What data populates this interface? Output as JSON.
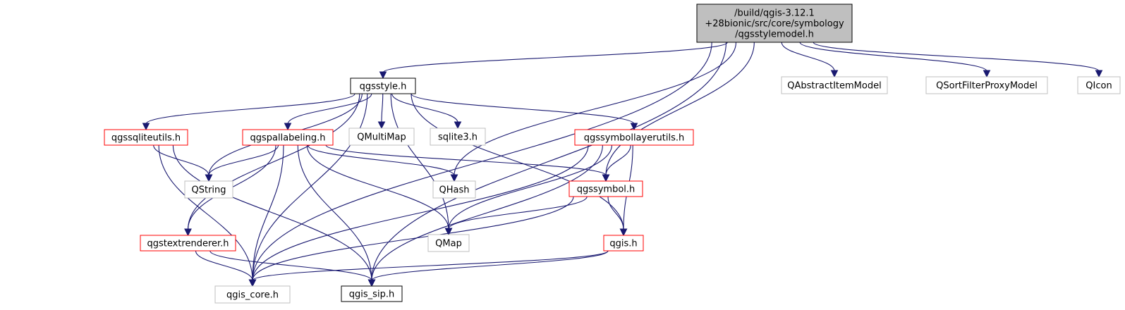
{
  "colors": {
    "edge": "#191970",
    "root_fill": "#bfbfbf",
    "documented_border": "#ff0000",
    "undocumented_border": "#bfbfbf",
    "plain_border": "#000000",
    "text": "#000000"
  },
  "nodes": {
    "root": {
      "lines": [
        "/build/qgis-3.12.1",
        "+28bionic/src/core/symbology",
        "/qgsstylemodel.h"
      ],
      "kind": "root"
    },
    "qgsstyle": {
      "lines": [
        "qgsstyle.h"
      ],
      "kind": "plain"
    },
    "qabstractitemmodel": {
      "lines": [
        "QAbstractItemModel"
      ],
      "kind": "external"
    },
    "qsortfilterproxymodel": {
      "lines": [
        "QSortFilterProxyModel"
      ],
      "kind": "external"
    },
    "qicon": {
      "lines": [
        "QIcon"
      ],
      "kind": "external"
    },
    "qgssqliteutils": {
      "lines": [
        "qgssqliteutils.h"
      ],
      "kind": "incomplete"
    },
    "qgspallabeling": {
      "lines": [
        "qgspallabeling.h"
      ],
      "kind": "incomplete"
    },
    "qmultimap": {
      "lines": [
        "QMultiMap"
      ],
      "kind": "external"
    },
    "sqlite3": {
      "lines": [
        "sqlite3.h"
      ],
      "kind": "external"
    },
    "qgssymbollayerutils": {
      "lines": [
        "qgssymbollayerutils.h"
      ],
      "kind": "incomplete"
    },
    "qstring": {
      "lines": [
        "QString"
      ],
      "kind": "external"
    },
    "qhash": {
      "lines": [
        "QHash"
      ],
      "kind": "external"
    },
    "qgssymbol": {
      "lines": [
        "qgssymbol.h"
      ],
      "kind": "incomplete"
    },
    "qmap": {
      "lines": [
        "QMap"
      ],
      "kind": "external"
    },
    "qgstextrenderer": {
      "lines": [
        "qgstextrenderer.h"
      ],
      "kind": "incomplete"
    },
    "qgis": {
      "lines": [
        "qgis.h"
      ],
      "kind": "incomplete"
    },
    "qgis_core": {
      "lines": [
        "qgis_core.h"
      ],
      "kind": "external"
    },
    "qgis_sip": {
      "lines": [
        "qgis_sip.h"
      ],
      "kind": "plain"
    }
  },
  "edges": [
    [
      "root",
      "qgsstyle"
    ],
    [
      "root",
      "qabstractitemmodel"
    ],
    [
      "root",
      "qsortfilterproxymodel"
    ],
    [
      "root",
      "qicon"
    ],
    [
      "root",
      "qhash"
    ],
    [
      "root",
      "qgssymbol"
    ],
    [
      "root",
      "qgis_core"
    ],
    [
      "root",
      "qgis_sip"
    ],
    [
      "qgsstyle",
      "qgssqliteutils"
    ],
    [
      "qgsstyle",
      "qgspallabeling"
    ],
    [
      "qgsstyle",
      "qmultimap"
    ],
    [
      "qgsstyle",
      "sqlite3"
    ],
    [
      "qgsstyle",
      "qgssymbollayerutils"
    ],
    [
      "qgsstyle",
      "qstring"
    ],
    [
      "qgsstyle",
      "qmap"
    ],
    [
      "qgsstyle",
      "qgstextrenderer"
    ],
    [
      "qgsstyle",
      "qgis"
    ],
    [
      "qgsstyle",
      "qgis_core"
    ],
    [
      "qgssqliteutils",
      "qstring"
    ],
    [
      "qgssqliteutils",
      "qgis_core"
    ],
    [
      "qgssqliteutils",
      "qgis_sip"
    ],
    [
      "qgspallabeling",
      "qstring"
    ],
    [
      "qgspallabeling",
      "qhash"
    ],
    [
      "qgspallabeling",
      "qgssymbol"
    ],
    [
      "qgspallabeling",
      "qmap"
    ],
    [
      "qgspallabeling",
      "qgstextrenderer"
    ],
    [
      "qgspallabeling",
      "qgis_core"
    ],
    [
      "qgspallabeling",
      "qgis_sip"
    ],
    [
      "qgssymbollayerutils",
      "qgssymbol"
    ],
    [
      "qgssymbollayerutils",
      "qmap"
    ],
    [
      "qgssymbollayerutils",
      "qgis"
    ],
    [
      "qgssymbollayerutils",
      "qgis_core"
    ],
    [
      "qgssymbollayerutils",
      "qgis_sip"
    ],
    [
      "qgssymbol",
      "qmap"
    ],
    [
      "qgssymbol",
      "qgis"
    ],
    [
      "qgssymbol",
      "qgis_core"
    ],
    [
      "qgstextrenderer",
      "qgis_core"
    ],
    [
      "qgstextrenderer",
      "qgis_sip"
    ],
    [
      "qgis",
      "qgis_core"
    ],
    [
      "qgis",
      "qgis_sip"
    ]
  ]
}
